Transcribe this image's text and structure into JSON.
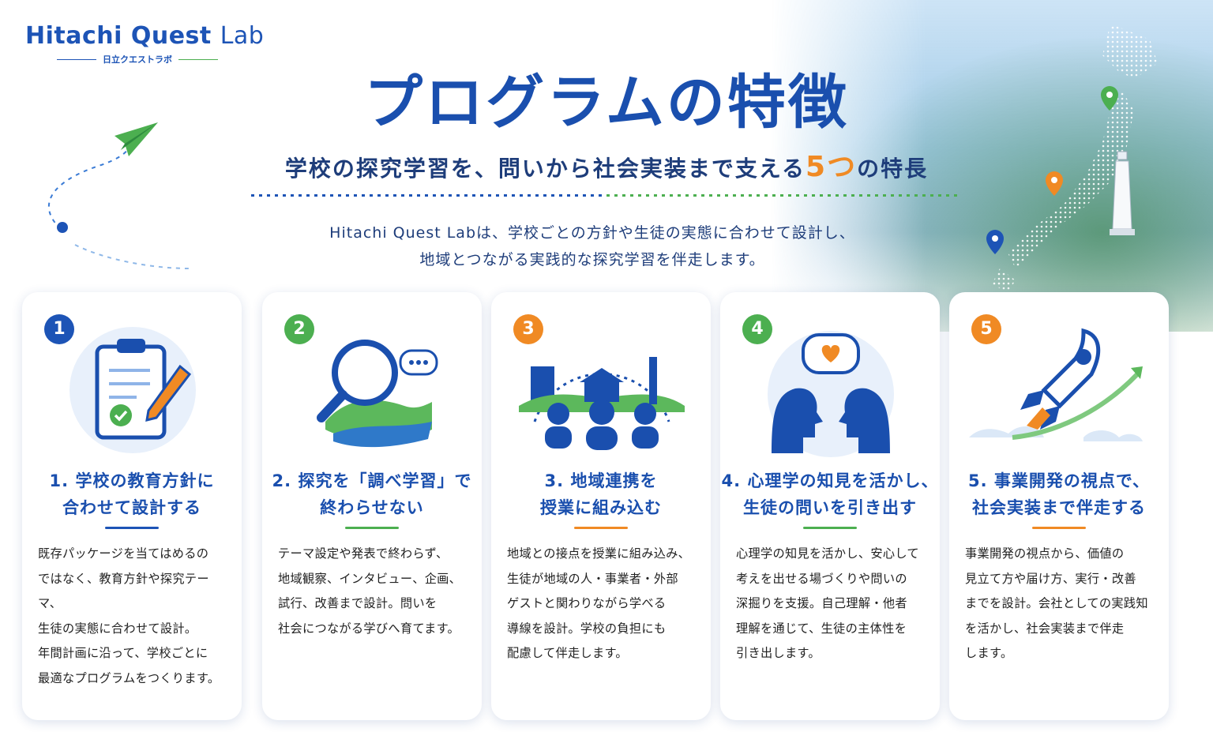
{
  "logo": {
    "main": "Hitachi Quest",
    "lab": "Lab",
    "sub": "日立クエストラボ"
  },
  "title": "プログラムの特徴",
  "subtitle": {
    "before": "学校の探究学習を、問いから社会実装まで支える",
    "highlight": "5つ",
    "after": "の特長"
  },
  "intro": {
    "line1": "Hitachi Quest Labは、学校ごとの方針や生徒の実態に合わせて設計し、",
    "line2": "地域とつながる実践的な探究学習を伴走します。"
  },
  "colors": {
    "blue": "#1d54b6",
    "green": "#4caf50",
    "orange": "#f08a24"
  },
  "cards": [
    {
      "number": "1",
      "color": "#1d54b6",
      "icon": "clipboard-check-icon",
      "title1": "1. 学校の教育方針に",
      "title2": "合わせて設計する",
      "body": [
        "既存パッケージを当てはめるの",
        "ではなく、教育方針や探究テーマ、",
        "生徒の実態に合わせて設計。",
        "年間計画に沿って、学校ごとに",
        "最適なプログラムをつくります。"
      ]
    },
    {
      "number": "2",
      "color": "#4caf50",
      "icon": "magnifier-landscape-icon",
      "title1": "2. 探究を「調べ学習」で",
      "title2": "終わらせない",
      "body": [
        "テーマ設定や発表で終わらず、",
        "地域観察、インタビュー、企画、",
        "試行、改善まで設計。問いを",
        "社会につながる学びへ育てます。"
      ]
    },
    {
      "number": "3",
      "color": "#f08a24",
      "icon": "community-icon",
      "title1": "3. 地域連携を",
      "title2": "授業に組み込む",
      "body": [
        "地域との接点を授業に組み込み、",
        "生徒が地域の人・事業者・外部",
        "ゲストと関わりながら学べる",
        "導線を設計。学校の負担にも",
        "配慮して伴走します。"
      ]
    },
    {
      "number": "4",
      "color": "#4caf50",
      "icon": "dialogue-heads-icon",
      "title1": "4. 心理学の知見を活かし、",
      "title2": "生徒の問いを引き出す",
      "body": [
        "心理学の知見を活かし、安心して",
        "考えを出せる場づくりや問いの",
        "深掘りを支援。自己理解・他者",
        "理解を通じて、生徒の主体性を",
        "引き出します。"
      ]
    },
    {
      "number": "5",
      "color": "#f08a24",
      "icon": "rocket-icon",
      "title1": "5. 事業開発の視点で、",
      "title2": "社会実装まで伴走する",
      "body": [
        "事業開発の視点から、価値の",
        "見立て方や届け方、実行・改善",
        "までを設計。会社としての実践知",
        "を活かし、社会実装まで伴走",
        "します。"
      ]
    }
  ]
}
